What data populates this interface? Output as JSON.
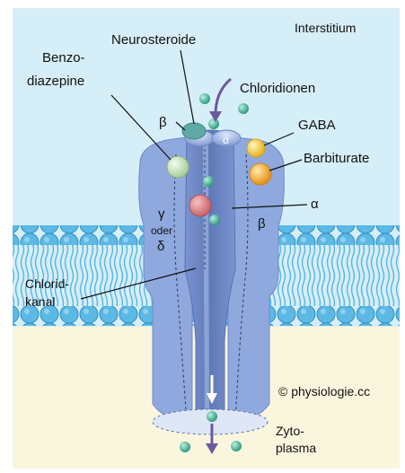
{
  "diagram": {
    "labels": {
      "interstitium": "Interstitium",
      "neurosteroide": "Neurosteroide",
      "chloridionen": "Chloridionen",
      "benzodiazepine_line1": "Benzo-",
      "benzodiazepine_line2": "diazepine",
      "gaba": "GABA",
      "barbiturate": "Barbiturate",
      "alpha_right": "α",
      "beta_top": "β",
      "alpha_top": "α",
      "gamma": "γ",
      "oder": "oder",
      "delta": "δ",
      "beta_right": "β",
      "chlorid_line1": "Chlorid-",
      "chlorid_line2": "kanal",
      "copyright": "© physiologie.cc",
      "zyto_line1": "Zyto-",
      "zyto_line2": "plasma"
    },
    "colors": {
      "interstitium_bg": "#d6eef7",
      "cytoplasm_bg": "#faf6de",
      "membrane_blue": "#5cb8e4",
      "channel_blue": "#8fa9de",
      "channel_dark": "#6f8bc8",
      "ion_green": "#47b89a",
      "gaba_yellow": "#f3c83a",
      "barbiturate_orange": "#f0a428",
      "benzo_green": "#cfe5c6",
      "neurosteroid_teal": "#5fa9a4",
      "blocker_red": "#d98588",
      "arrow_purple": "#6c5aa0"
    }
  }
}
